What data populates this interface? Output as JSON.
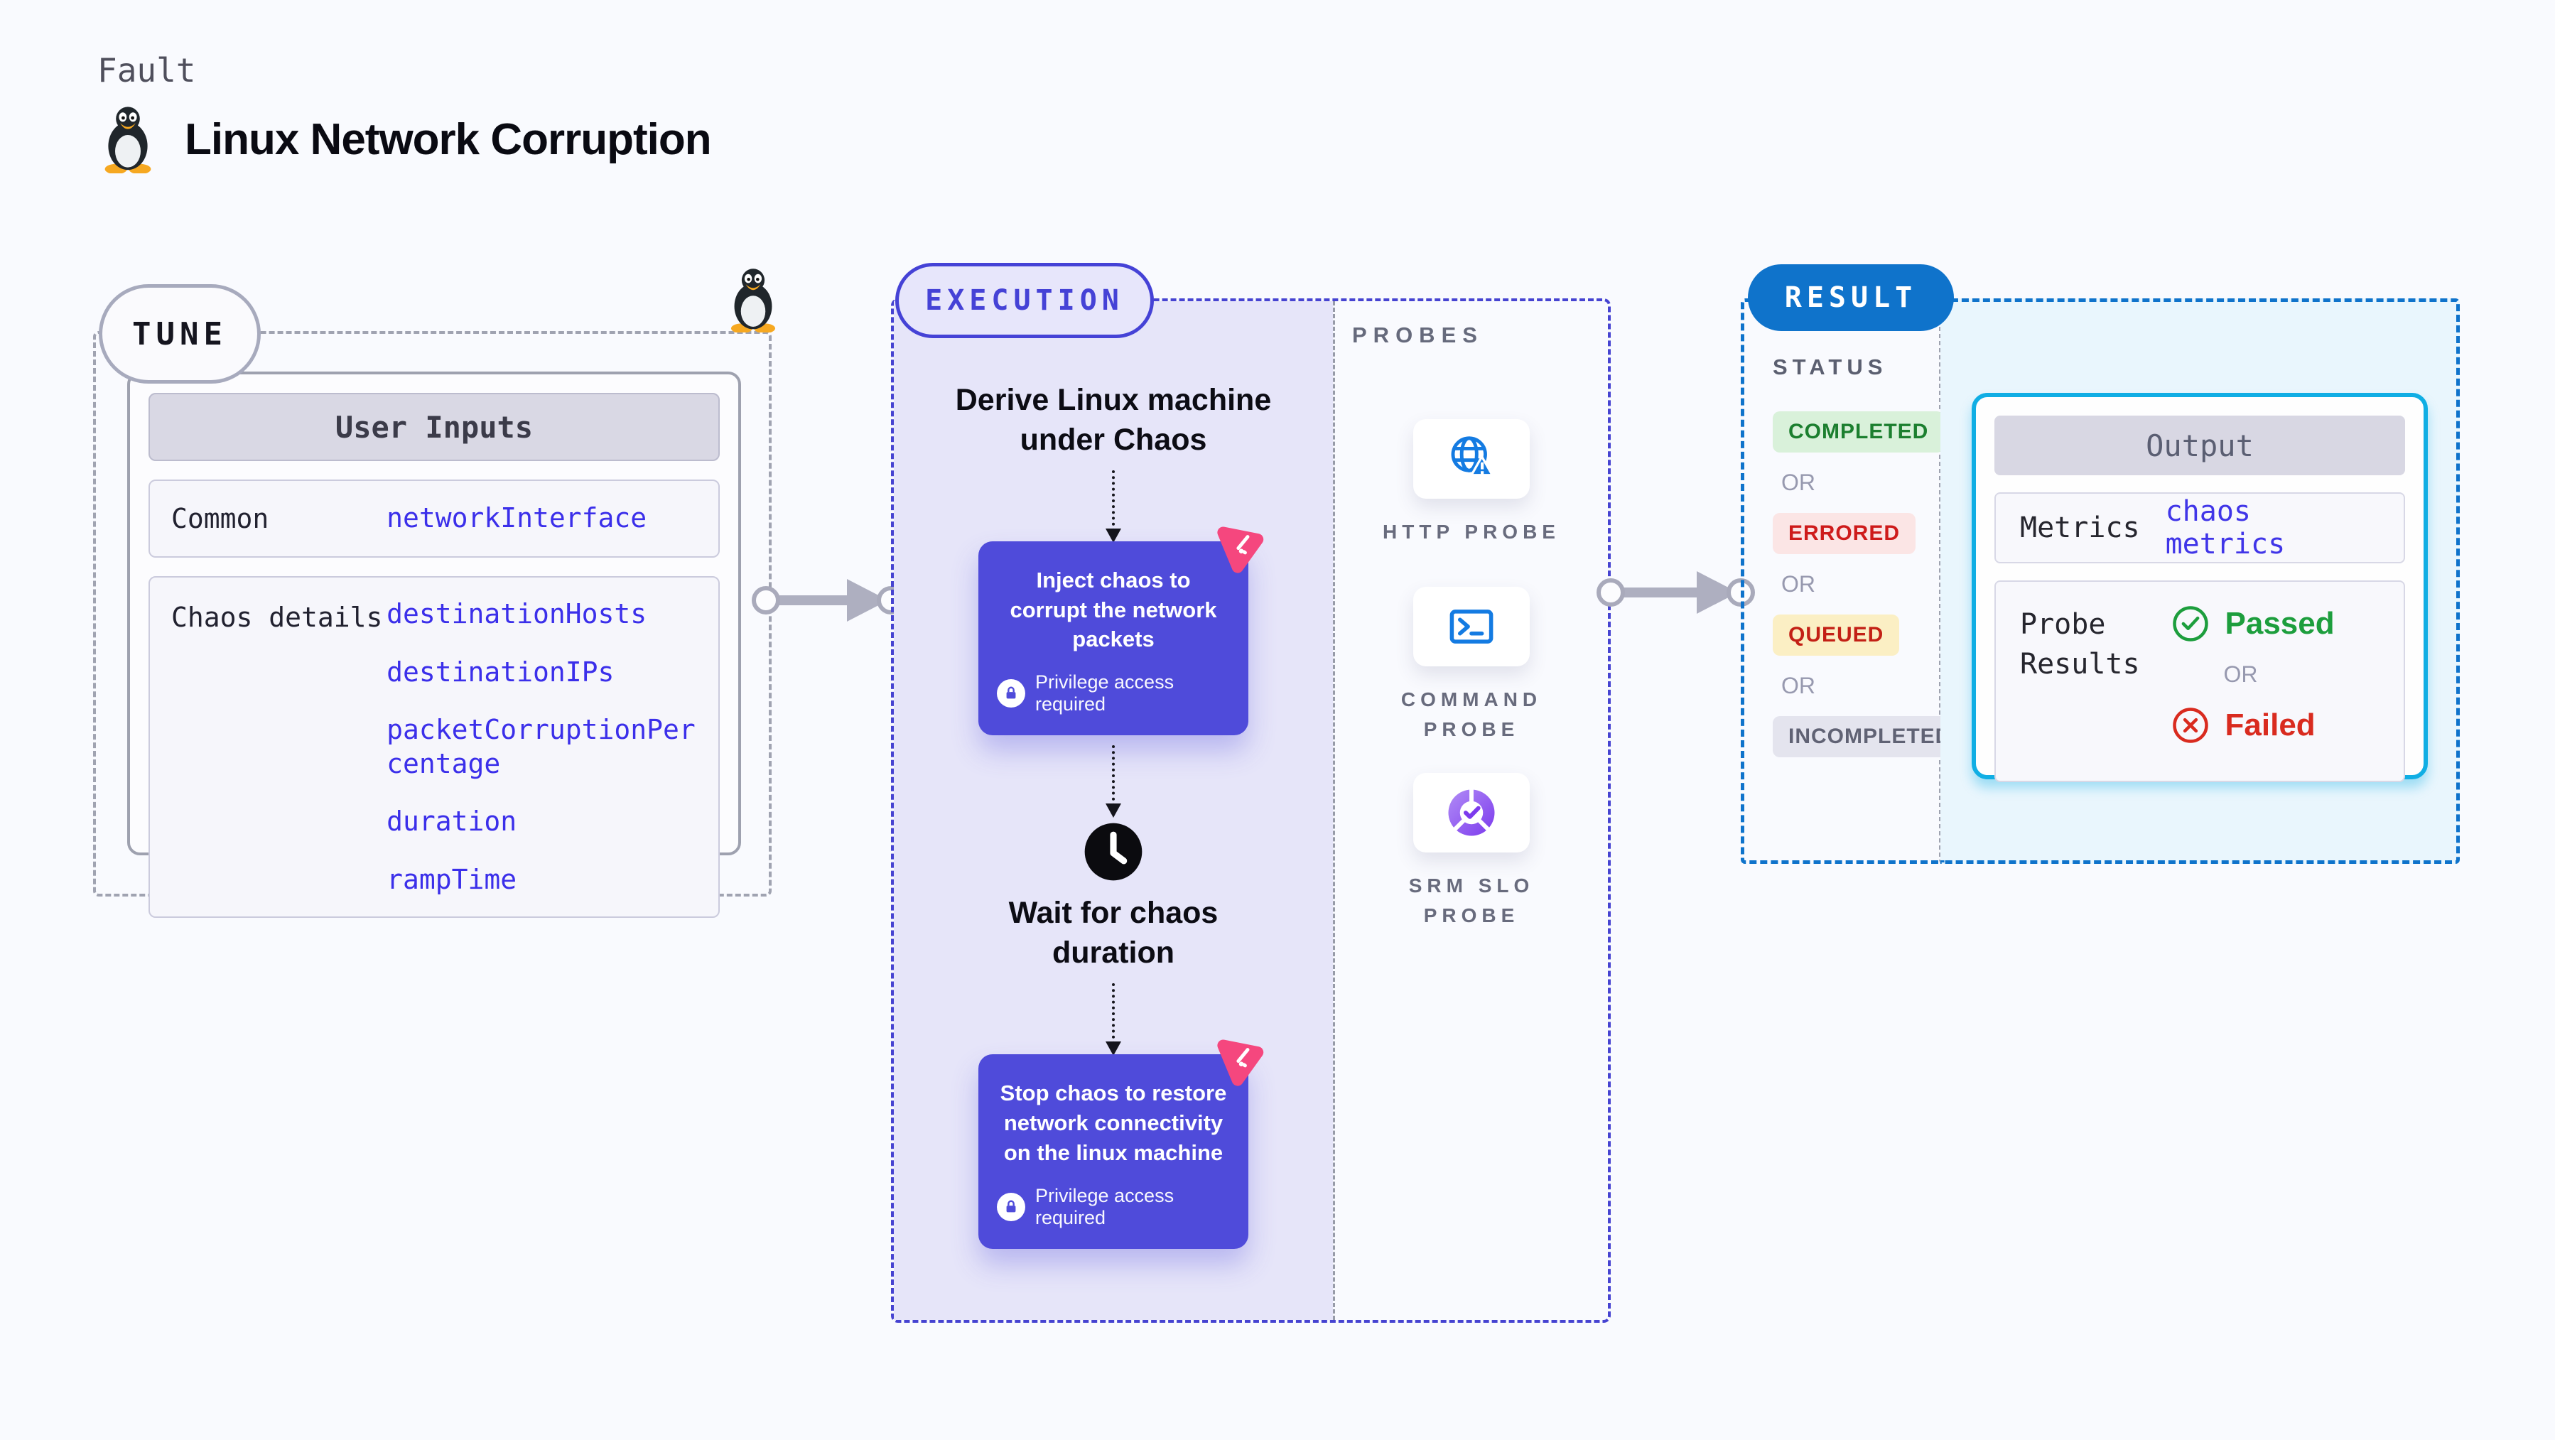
{
  "page": {
    "kicker": "Fault",
    "title": "Linux Network Corruption"
  },
  "tune": {
    "badge": "TUNE",
    "table_title": "User Inputs",
    "rows": [
      {
        "label": "Common",
        "values": [
          "networkInterface"
        ]
      },
      {
        "label": "Chaos details",
        "values": [
          "destinationHosts",
          "destinationIPs",
          "packetCorruptionPercentage",
          "duration",
          "rampTime"
        ]
      }
    ]
  },
  "execution": {
    "badge": "EXECUTION",
    "step_derive": "Derive Linux machine under Chaos",
    "step_inject": "Inject chaos to corrupt the network packets",
    "step_wait": "Wait for chaos duration",
    "step_stop": "Stop chaos to restore network connectivity on the linux machine",
    "privilege_note": "Privilege access required"
  },
  "probes": {
    "label": "PROBES",
    "items": [
      {
        "label": "HTTP PROBE",
        "icon": "globe-alert-icon"
      },
      {
        "label": "COMMAND PROBE",
        "icon": "terminal-icon"
      },
      {
        "label": "SRM SLO PROBE",
        "icon": "slo-pie-check-icon"
      }
    ]
  },
  "result": {
    "badge": "RESULT",
    "status_label": "STATUS",
    "or_label": "OR",
    "statuses": [
      {
        "label": "COMPLETED",
        "fg": "#1C7F2F",
        "bg": "#D9F1DA"
      },
      {
        "label": "ERRORED",
        "fg": "#CE1B1B",
        "bg": "#FBE5E5"
      },
      {
        "label": "QUEUED",
        "fg": "#C32015",
        "bg": "#FBEFC4"
      },
      {
        "label": "INCOMPLETED",
        "fg": "#606274",
        "bg": "#E4E4EE"
      }
    ],
    "output": {
      "title": "Output",
      "metrics_label": "Metrics",
      "metrics_value": "chaos metrics",
      "probe_results_label": "Probe Results",
      "passed": "Passed",
      "failed": "Failed"
    }
  },
  "icons": [
    "tux-penguin-icon",
    "lock-icon",
    "clock-icon",
    "chaos-spark-icon",
    "globe-alert-icon",
    "terminal-icon",
    "slo-pie-check-icon",
    "check-circle-icon",
    "x-circle-icon"
  ],
  "colors": {
    "background": "#F9FAFE",
    "tune_border": "#A0A3B1",
    "execution_accent": "#4542D6",
    "execution_fill": "#E6E5F9",
    "node_purple": "#4F4BDA",
    "chaos_pink": "#F5477E",
    "result_blue": "#0F73CB",
    "output_cyan_border": "#10AEE4",
    "output_fill": "#E9F6FD",
    "value_blue": "#3B2FEA",
    "passed_green": "#1D9E3D",
    "failed_red": "#D92B1F",
    "arrow_gray": "#AEAFC0"
  }
}
